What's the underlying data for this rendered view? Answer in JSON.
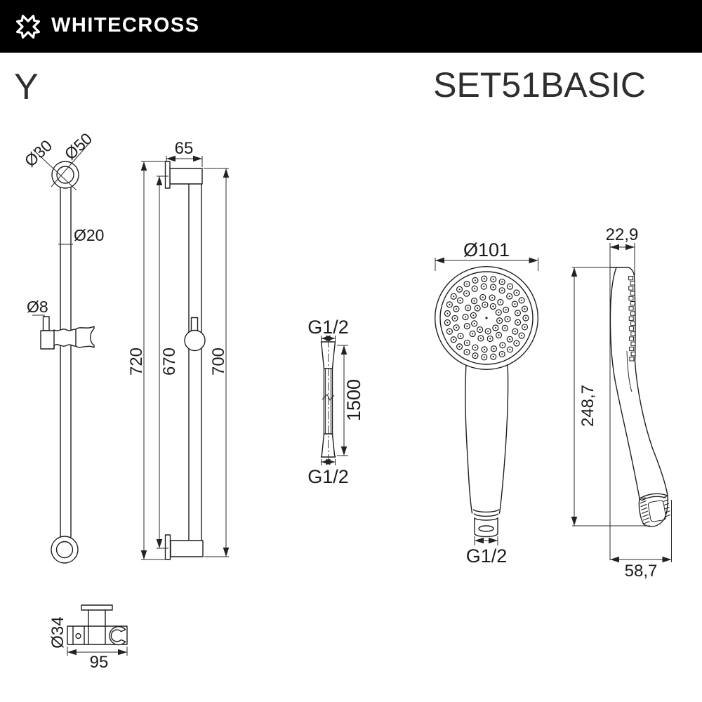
{
  "header": {
    "brand": "WHITECROSS",
    "series_label": "Y",
    "product_code": "SET51BASIC"
  },
  "labels": {
    "rail_side": {
      "top_inner_diameter": "Ø30",
      "top_outer_diameter": "Ø50",
      "bar_diameter": "Ø20",
      "pin_diameter": "Ø8"
    },
    "rail_front": {
      "bracket_width": "65",
      "overall_height": "720",
      "centers_height": "670",
      "bar_height": "700"
    },
    "hose": {
      "top_thread": "G1/2",
      "length": "1500",
      "bottom_thread": "G1/2"
    },
    "handshower_front": {
      "head_diameter": "Ø101",
      "thread": "G1/2"
    },
    "handshower_side": {
      "head_depth": "22,9",
      "length": "248,7",
      "bottom_width": "58,7"
    },
    "wall_bracket": {
      "diameter": "Ø34",
      "width": "95"
    }
  },
  "colors": {
    "line": "#1f1f1f",
    "header_bg": "#000000",
    "header_text": "#ffffff",
    "label_text": "#1c1c1c"
  }
}
